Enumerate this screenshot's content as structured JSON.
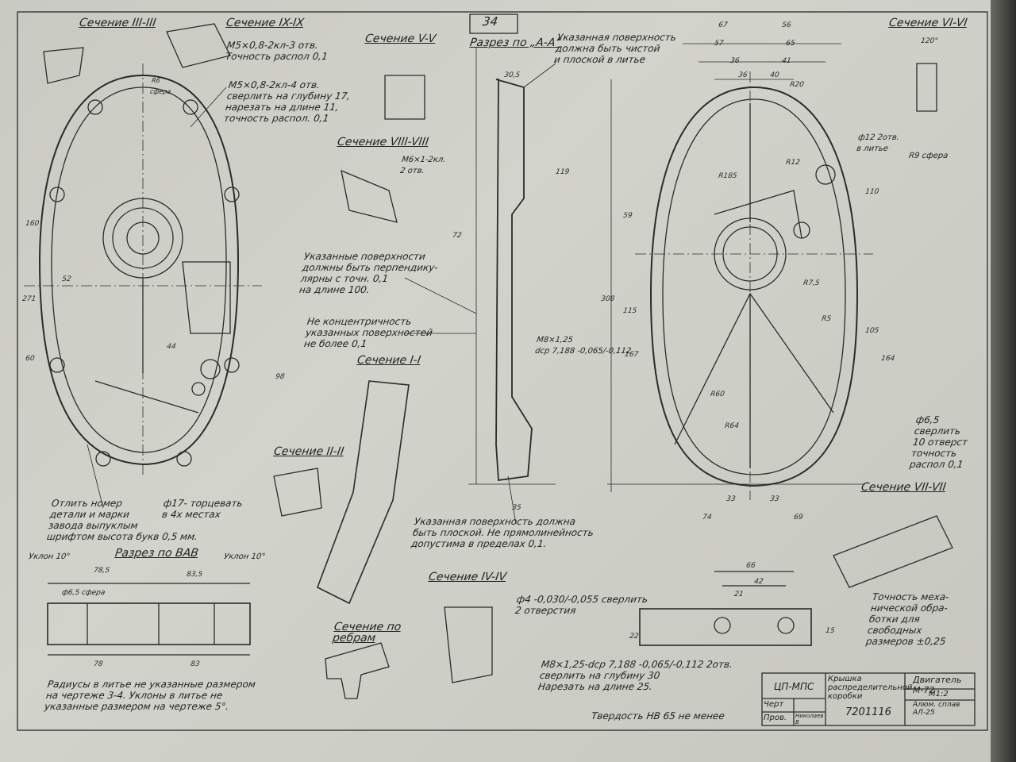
{
  "sheet_number": "34",
  "sections": {
    "s3": "Сечение III-III",
    "s9": "Сечение IX-IX",
    "s5": "Сечение V-V",
    "aa": "Разрез по „А-А“",
    "s6": "Сечение VI-VI",
    "s8": "Сечение VIII-VIII",
    "s1": "Сечение I-I",
    "s2": "Сечение II-II",
    "s7": "Сечение VII-VII",
    "bab": "Разрез по ВАВ",
    "s4": "Сечение IV-IV",
    "ribs": "Сечение по\nребрам"
  },
  "notes": {
    "m5_3": "M5×0,8-2кл-3 отв.\nТочность распол 0,1",
    "m5_4": "M5×0,8-2кл-4 отв.\nсверлить на глубину 17,\nнарезать на длине 11,\nточность распол. 0,1",
    "surface_clean": "Указанная поверхность\nдолжна быть чистой\nи плоской в литье",
    "m6": "M6×1-2кл.\n2 отв.",
    "perpendicular": "Указанные поверхности\nдолжны быть перпендику-\nлярны с точн. 0,1\nна длине 100.",
    "concentric": "Не концентричность\nуказанных поверхностей\nне более 0,1",
    "m8_small": "M8×1,25\ndср 7,188 -0,065/-0,112",
    "phi12": "ф12 2отв.\nв литье",
    "r9": "R9 сфера",
    "phi65": "ф6,5\nсверлить\n10 отверст\nточность\nраспол 0,1",
    "cast_number": "Отлить номер\nдетали и марки\nзавода выпуклым\nшрифтом высота букв 0,5 мм.",
    "phi17": "ф17- торцевать\nв 4х местах",
    "flat": "Указанная поверхность должна\nбыть плоской. Не прямолинейность\nдопустима в пределах 0,1.",
    "phi4": "ф4 -0,030/-0,055 сверлить\n2 отверстия",
    "m8_2": "M8×1,25-dср 7,188 -0,065/-0,112 2отв.\nсверлить на глубину 30\nНарезать на длине 25.",
    "tolerance": "Точность меха-\nнической обра-\nботки для\nсвободных\nразмеров ±0,25",
    "hardness": "Твердость НВ 65 не менее",
    "slope_left": "Уклон 10°",
    "slope_right": "Уклон 10°",
    "radii": "Радиусы в литье не указанные размером\nна чертеже 3-4. Уклоны в литье не\nуказанные размером на чертеже 5°.",
    "sphere": "ф6,5 сфера",
    "r6_sphere": "R6\nсфера"
  },
  "dimensions": [
    "67",
    "56",
    "57",
    "65",
    "36",
    "41",
    "36",
    "40",
    "308",
    "115",
    "59",
    "167",
    "110",
    "105",
    "164",
    "74",
    "69",
    "33",
    "33",
    "66",
    "42",
    "21",
    "22",
    "15",
    "78,5",
    "83,5",
    "78",
    "83",
    "271",
    "160",
    "60",
    "52",
    "98",
    "44",
    "35",
    "119",
    "72",
    "30,5",
    "R185",
    "R64",
    "R60",
    "R20",
    "R12",
    "R7,5",
    "R5",
    "120°"
  ],
  "title_block": {
    "org": "ЦП-МПС",
    "part_name": "Крышка распределительной коробки",
    "product": "Двигатель\nМ-72",
    "drawn_label": "Черт",
    "checked_label": "Пров.",
    "checker": "Николаев\nВ",
    "drawing_number": "7201116",
    "scale": "М1:2",
    "material": "Алюм. сплав\nАЛ-25"
  }
}
